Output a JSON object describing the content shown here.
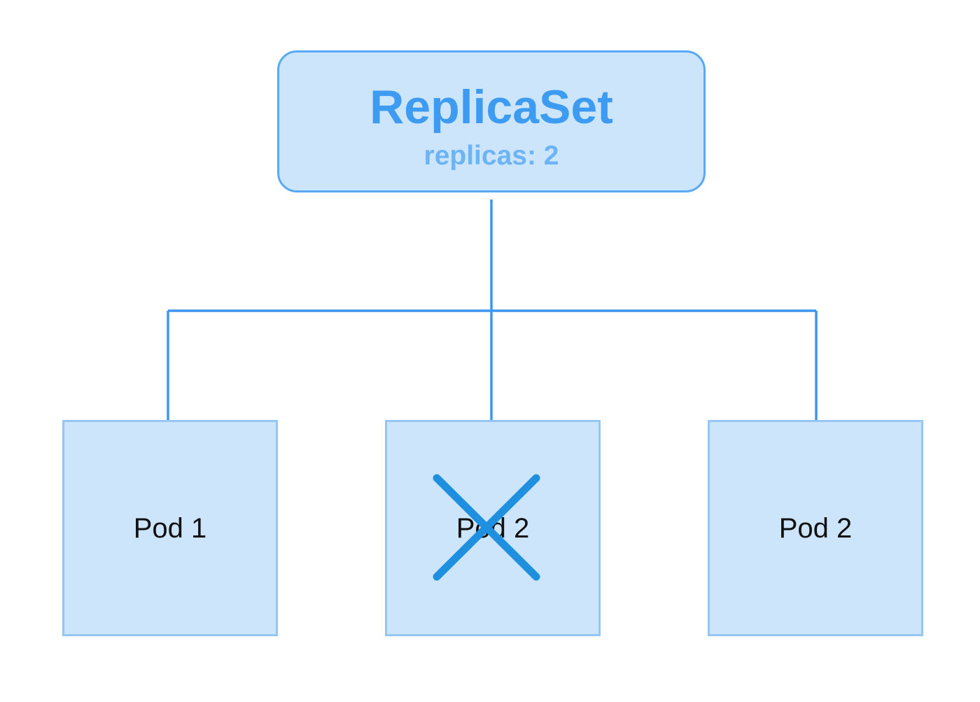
{
  "replicaset": {
    "title": "ReplicaSet",
    "subtitle": "replicas: 2"
  },
  "pods": [
    {
      "label": "Pod 1",
      "terminated": false
    },
    {
      "label": "Pod 2",
      "terminated": true
    },
    {
      "label": "Pod 2",
      "terminated": false
    }
  ],
  "colors": {
    "box_fill": "#cce5fb",
    "box_border": "#5aa9f5",
    "connector": "#3d95f0",
    "title_text": "#3d9cf2",
    "cross": "#1f8fe0"
  },
  "icons": {
    "terminated_marker": "x-mark-icon"
  }
}
